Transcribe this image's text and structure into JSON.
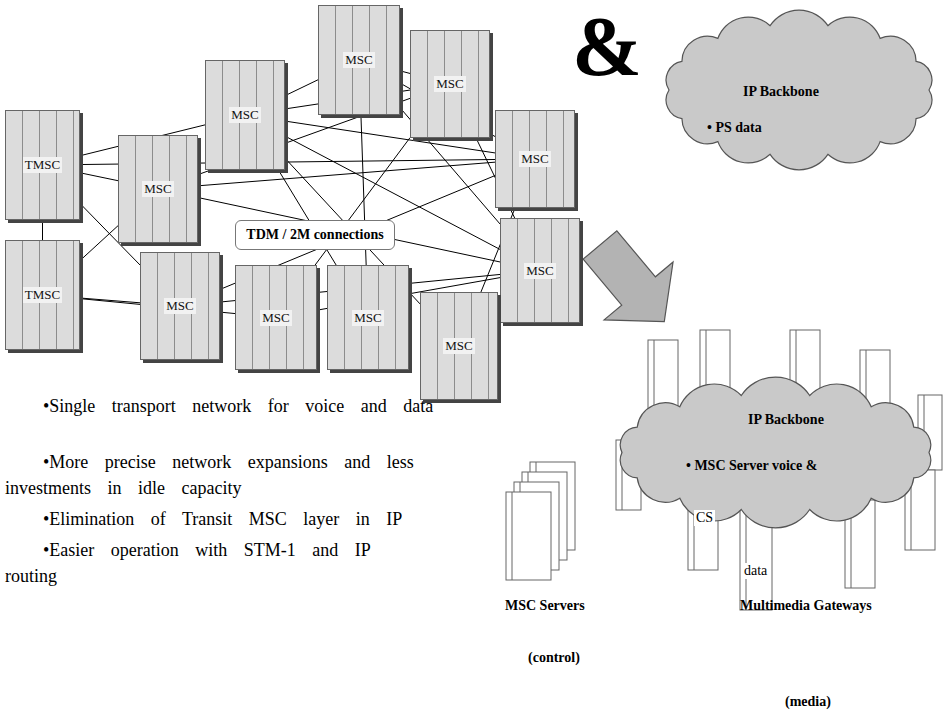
{
  "diagram": {
    "nodes": [
      {
        "text": [
          "MSC"
        ]
      },
      {
        "text": [
          "MSC"
        ]
      },
      {
        "text": [
          "MSC"
        ]
      },
      {
        "text": [
          "MSC"
        ]
      },
      {
        "text": [
          "TMSC"
        ]
      },
      {
        "text": [
          "MSC"
        ]
      },
      {
        "text": [
          "TDM / 2M connections"
        ]
      },
      {
        "text": [
          "MSC"
        ]
      },
      {
        "text": [
          "TMSC"
        ]
      },
      {
        "text": [
          "MSC"
        ]
      },
      {
        "text": [
          "MSC"
        ]
      },
      {
        "text": [
          "MSC"
        ]
      },
      {
        "text": [
          "MSC"
        ]
      },
      {
        "text": [
          "IP Backbone",
          "• PS data"
        ]
      },
      {
        "text": [
          "IP Backbone",
          "• MSC Server voice &"
        ]
      }
    ],
    "edges": [
      {
        "from": 4,
        "to": 8,
        "arrow": "none"
      },
      {
        "from": 4,
        "to": 1,
        "arrow": "none"
      },
      {
        "from": 4,
        "to": 5,
        "arrow": "none"
      },
      {
        "from": 4,
        "to": 9,
        "arrow": "none"
      },
      {
        "from": 4,
        "to": 3,
        "arrow": "none"
      },
      {
        "from": 8,
        "to": 5,
        "arrow": "none"
      },
      {
        "from": 8,
        "to": 9,
        "arrow": "none"
      },
      {
        "from": 8,
        "to": 10,
        "arrow": "none"
      },
      {
        "from": 1,
        "to": 0,
        "arrow": "none"
      },
      {
        "from": 1,
        "to": 2,
        "arrow": "none"
      },
      {
        "from": 1,
        "to": 3,
        "arrow": "none"
      },
      {
        "from": 1,
        "to": 7,
        "arrow": "none"
      },
      {
        "from": 0,
        "to": 2,
        "arrow": "none"
      },
      {
        "from": 0,
        "to": 3,
        "arrow": "none"
      },
      {
        "from": 0,
        "to": 7,
        "arrow": "none"
      },
      {
        "from": 5,
        "to": 2,
        "arrow": "none"
      },
      {
        "from": 5,
        "to": 3,
        "arrow": "none"
      },
      {
        "from": 5,
        "to": 7,
        "arrow": "none"
      },
      {
        "from": 9,
        "to": 7,
        "arrow": "none"
      },
      {
        "from": 9,
        "to": 3,
        "arrow": "none"
      },
      {
        "from": 10,
        "to": 7,
        "arrow": "none"
      },
      {
        "from": 10,
        "to": 2,
        "arrow": "none"
      },
      {
        "from": 11,
        "to": 0,
        "arrow": "none"
      },
      {
        "from": 11,
        "to": 1,
        "arrow": "none"
      },
      {
        "from": 12,
        "to": 1,
        "arrow": "none"
      },
      {
        "from": 12,
        "to": 3,
        "arrow": "none"
      },
      {
        "from": 2,
        "to": 7,
        "arrow": "none"
      }
    ],
    "labels": [
      "&",
      "•Single transport network for voice and data",
      "•More precise network expansions and less investments in idle capacity",
      "•Elimination of Transit MSC layer in IP",
      "•Easier operation with STM-1 and IP routing",
      "CS",
      "data",
      "MSC Servers",
      "(control)",
      "Multimedia Gateways",
      "(media)"
    ]
  }
}
